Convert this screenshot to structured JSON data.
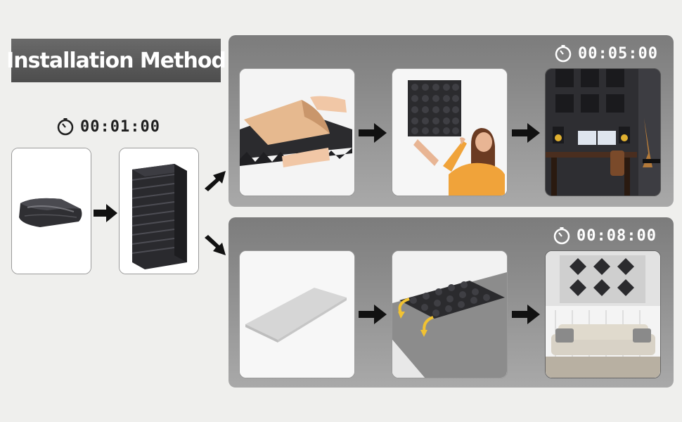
{
  "title": "Installation Method",
  "timers": {
    "start": "00:01:00",
    "top": "00:05:00",
    "bottom": "00:08:00"
  },
  "icons": {
    "timer": "stopwatch-icon",
    "arrow": "arrow-right-icon"
  },
  "colors": {
    "panel_gradient_top": "#7c7c7c",
    "panel_gradient_bottom": "#a9a9a9",
    "title_box": "#555555",
    "foam": "#2b2b2e",
    "adhesive": "#e6b98f",
    "sweater": "#f0a33a",
    "accent_arrow": "#f1c232"
  }
}
